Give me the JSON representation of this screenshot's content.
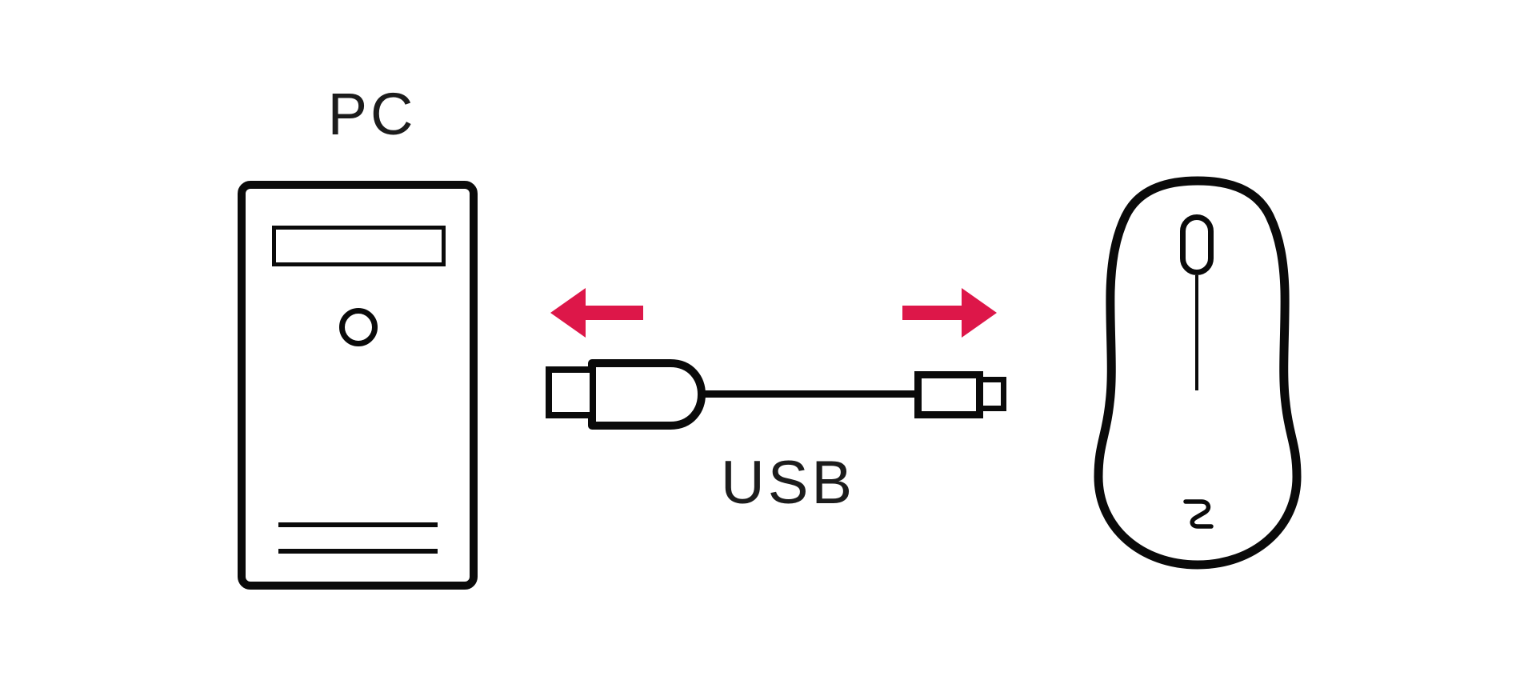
{
  "diagram": {
    "title_visible_text_only": "PC / USB diagram",
    "pc_label": "PC",
    "usb_label": "USB",
    "icons": {
      "left_arrow": "arrow-left",
      "right_arrow": "arrow-right",
      "zowie_logo": "zowie-z-logo"
    },
    "colors": {
      "accent": "#DD1749",
      "line": "#0a0a0a",
      "background": "#ffffff"
    }
  }
}
